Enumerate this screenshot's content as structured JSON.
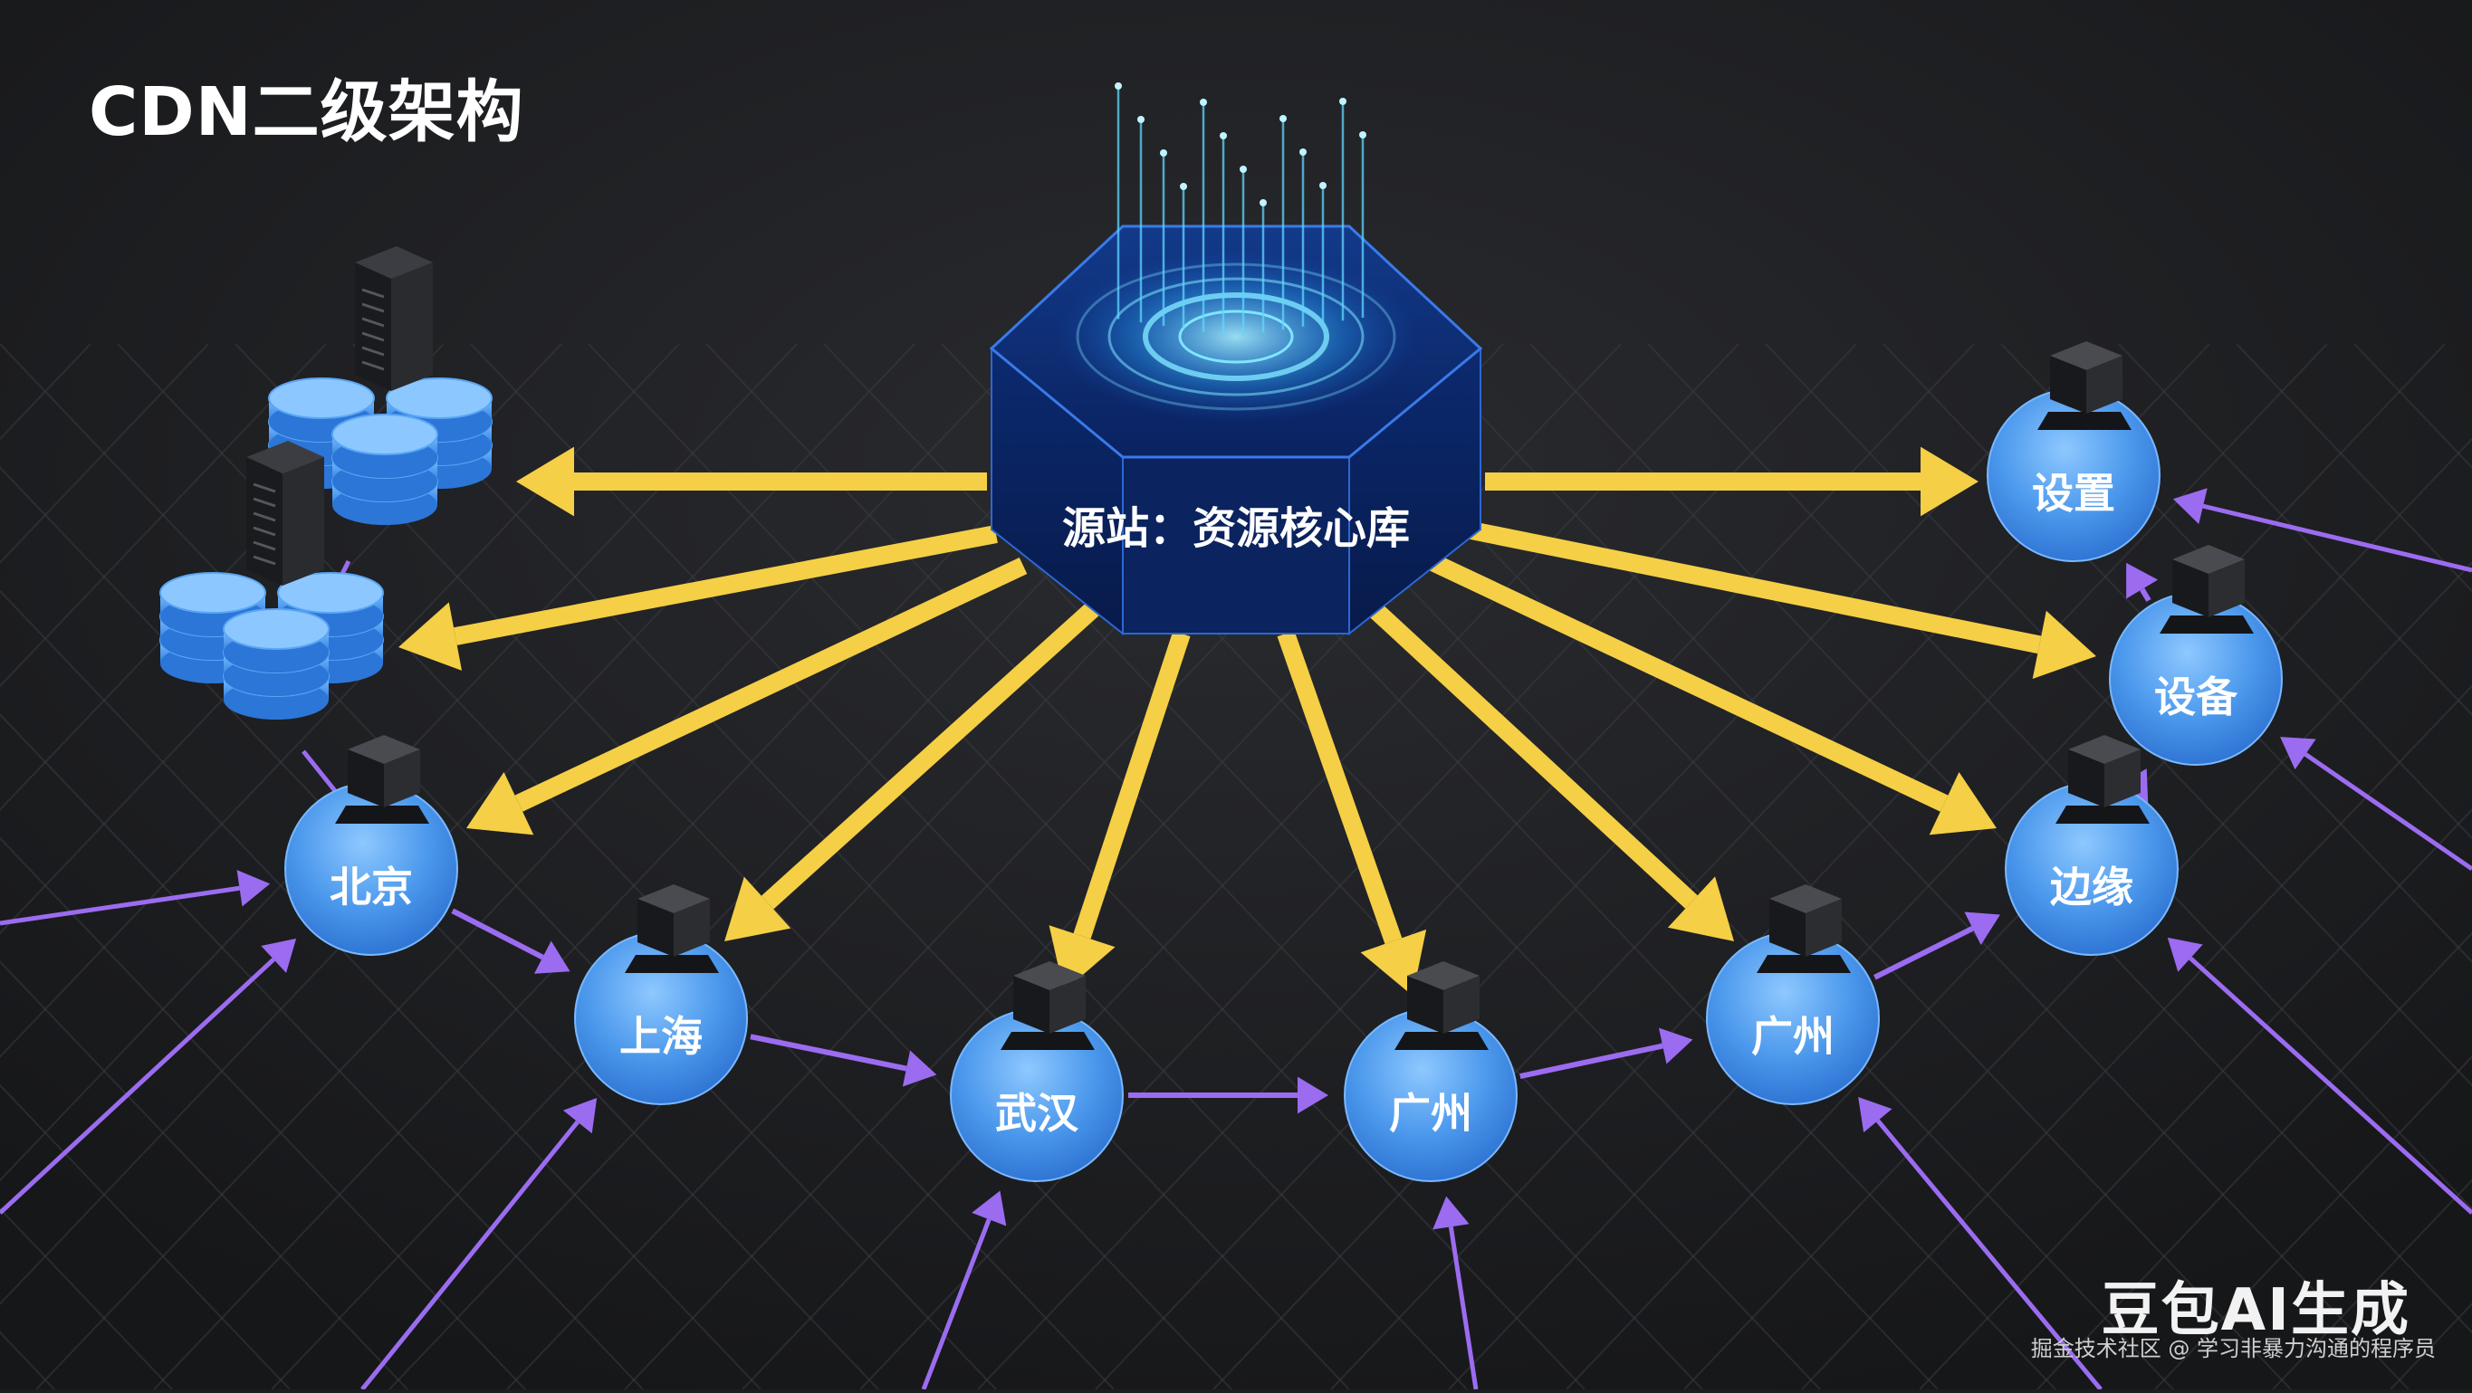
{
  "diagram": {
    "title": "CDN二级架构",
    "origin": {
      "label": "源站：资源核心库"
    },
    "nodes": [
      {
        "id": "beijing",
        "label": "北京"
      },
      {
        "id": "shanghai",
        "label": "上海"
      },
      {
        "id": "wuhan",
        "label": "武汉"
      },
      {
        "id": "guangzhou-1",
        "label": "广州"
      },
      {
        "id": "guangzhou-2",
        "label": "广州"
      },
      {
        "id": "edge",
        "label": "边缘"
      },
      {
        "id": "device",
        "label": "设备"
      },
      {
        "id": "settings",
        "label": "设置"
      }
    ],
    "storage_clusters": 2
  },
  "watermark": {
    "brand": "豆包AI生成",
    "credit": "掘金技术社区 @ 学习非暴力沟通的程序员"
  },
  "colors": {
    "background": "#1c1d20",
    "yellow_arrow": "#f5cf45",
    "purple_arrow": "#9b6cf0",
    "node_blue": "#3f8fe8",
    "origin_navy": "#0d2a6e"
  }
}
